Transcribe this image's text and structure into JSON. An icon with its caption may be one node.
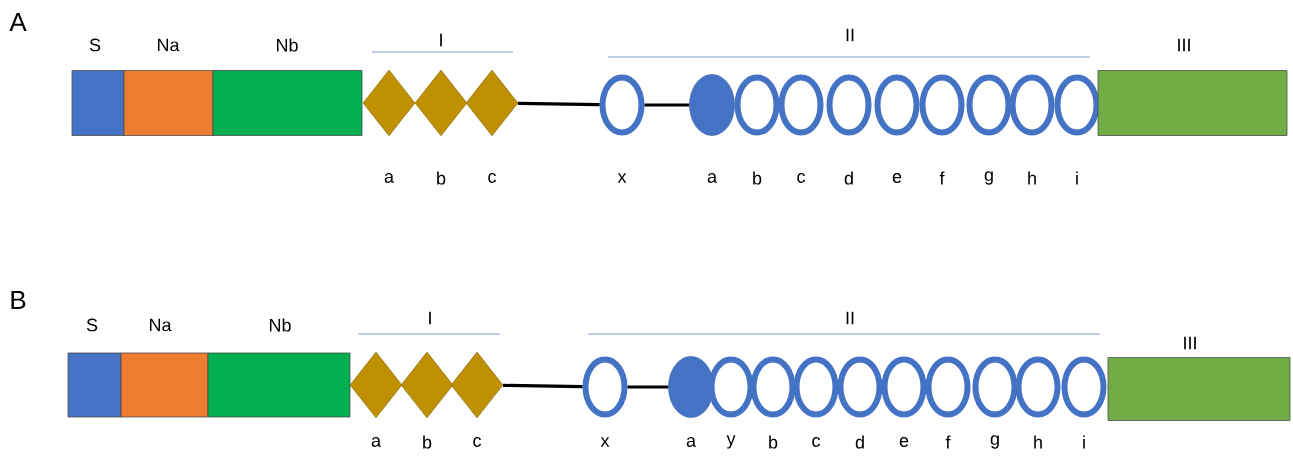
{
  "diagram": {
    "nodes": [
      {
        "text": [
          "S"
        ]
      },
      {
        "text": [
          "Na"
        ]
      },
      {
        "text": [
          "Nb"
        ]
      },
      {
        "text": [
          "a"
        ]
      },
      {
        "text": [
          "b"
        ]
      },
      {
        "text": [
          "c"
        ]
      },
      {
        "text": [
          "x"
        ]
      },
      {
        "text": [
          "a"
        ]
      },
      {
        "text": [
          "b"
        ]
      },
      {
        "text": [
          "c"
        ]
      },
      {
        "text": [
          "d"
        ]
      },
      {
        "text": [
          "e"
        ]
      },
      {
        "text": [
          "f"
        ]
      },
      {
        "text": [
          "g"
        ]
      },
      {
        "text": [
          "h"
        ]
      },
      {
        "text": [
          "i"
        ]
      },
      {
        "text": [
          "III"
        ]
      },
      {
        "text": [
          "S"
        ]
      },
      {
        "text": [
          "Na"
        ]
      },
      {
        "text": [
          "Nb"
        ]
      },
      {
        "text": [
          "a"
        ]
      },
      {
        "text": [
          "b"
        ]
      },
      {
        "text": [
          "c"
        ]
      },
      {
        "text": [
          "x"
        ]
      },
      {
        "text": [
          "a"
        ]
      },
      {
        "text": [
          "y"
        ]
      },
      {
        "text": [
          "b"
        ]
      },
      {
        "text": [
          "c"
        ]
      },
      {
        "text": [
          "d"
        ]
      },
      {
        "text": [
          "e"
        ]
      },
      {
        "text": [
          "f"
        ]
      },
      {
        "text": [
          "g"
        ]
      },
      {
        "text": [
          "h"
        ]
      },
      {
        "text": [
          "i"
        ]
      },
      {
        "text": [
          "III"
        ]
      }
    ],
    "edges": [
      {
        "from": 5,
        "to": 6,
        "arrow": "none"
      },
      {
        "from": 6,
        "to": 7,
        "arrow": "none"
      },
      {
        "from": 22,
        "to": 23,
        "arrow": "none"
      },
      {
        "from": 23,
        "to": 24,
        "arrow": "none"
      }
    ],
    "labels": [
      "A",
      "I",
      "II",
      "B",
      "I",
      "II"
    ]
  }
}
